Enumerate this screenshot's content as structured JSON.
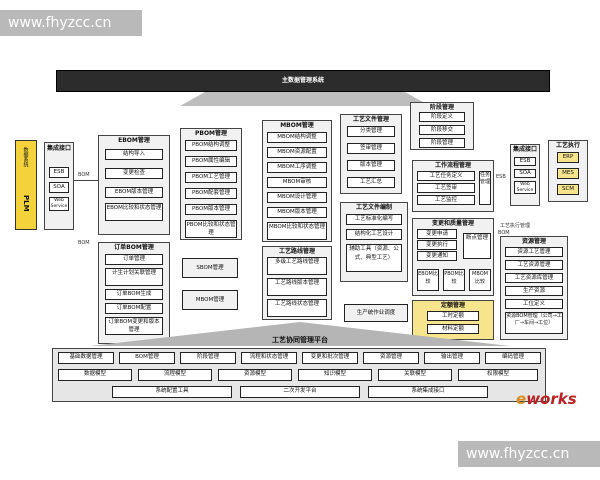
{
  "watermark": "www.fhyzcc.cn",
  "top_bar": "主数据管理系统",
  "left_strip": {
    "top": "数据系统",
    "bottom": "PLM"
  },
  "integration_left": {
    "title": "集成接口",
    "items": [
      "ESB",
      "SOA",
      "Web\nService"
    ]
  },
  "edge_labels": {
    "bom_top": "BOM",
    "bom_bottom": "BOM",
    "esb": "ESB",
    "bom_right": "BOM",
    "tool_right": "工艺执行管理"
  },
  "ebom": {
    "title": "EBOM管理",
    "items": [
      "结构导入",
      "变更检查",
      "EBOM版本管理",
      "EBOM比较和状态管理"
    ]
  },
  "order": {
    "title": "订单BOM管理",
    "items": [
      "订单管理",
      "计生计划关联管理",
      "订单BOM生成",
      "订单BOM配置",
      "订单BOM变更和版本管理"
    ]
  },
  "pbom": {
    "title": "PBOM管理",
    "items": [
      "PBOM结构调整",
      "PBOM属性编辑",
      "PBOM工艺管理",
      "PBOM配套管理",
      "PBOM版本管理",
      "PBOM比较和状态管理"
    ]
  },
  "sbom": "SBOM管理",
  "mbom_small": "MBOM管理",
  "mbom": {
    "title": "MBOM管理",
    "items": [
      "MBOM结构调整",
      "MBOM资源配置",
      "MBOM工序调整",
      "MBOM审核",
      "MBOM设计管理",
      "MBOM版本管理",
      "MBOM比较和状态管理"
    ]
  },
  "route": {
    "title": "工艺路线管理",
    "items": [
      "多级工艺路线管理",
      "工艺路线版本管理",
      "工艺路线状态管理"
    ]
  },
  "doc_mgmt": {
    "title": "工艺文件管理",
    "items": [
      "分类管理",
      "签审管理",
      "版本管理",
      "工艺汇总"
    ]
  },
  "doc_edit": {
    "title": "工艺文件编制",
    "items": [
      "工艺标准化编写",
      "结构化工艺设计",
      "辅助工具（资源、公式、典型工艺）"
    ]
  },
  "production": "生产统作业调度",
  "stage": {
    "title": "阶段管理",
    "items": [
      "阶段定义",
      "阶段移交",
      "阶段管理"
    ]
  },
  "workflow": {
    "title": "工作流程管理",
    "items": [
      "工艺任务定义",
      "工艺签审",
      "工艺监控"
    ],
    "side": "任务管理"
  },
  "change": {
    "title": "变更和质量管理",
    "items": [
      "变更申请",
      "变更执行",
      "变更通知"
    ],
    "side": "断点管理",
    "compare": [
      "EBOM比较",
      "PBOM比较",
      "MBOM比较"
    ]
  },
  "quota": {
    "title": "定额管理",
    "items": [
      "工时定额",
      "材料定额"
    ]
  },
  "integration_right": {
    "title": "集成接口",
    "items": [
      "ESB",
      "SOA",
      "Web\nService"
    ]
  },
  "exec": {
    "title": "工艺执行",
    "items": [
      "ERP",
      "MES",
      "SCM"
    ]
  },
  "resource": {
    "title": "资源管理",
    "items": [
      "资源工艺管理",
      "工艺资源管理",
      "工艺资源库管理",
      "生产资源",
      "工位定义",
      "资源BOM管理（公司→工厂→车间→工位）"
    ]
  },
  "platform": {
    "title": "工艺协同管理平台",
    "row1": [
      "基础数据管理",
      "BOM管理",
      "阶段管理",
      "流程和状态管理",
      "变更和批次管理",
      "资源管理",
      "输出管理",
      "编码管理"
    ],
    "row2": [
      "数据模型",
      "流程模型",
      "资源模型",
      "知识模型",
      "关联模型",
      "权限模型"
    ],
    "row3": [
      "系统配置工具",
      "二次开发平台",
      "系统集成接口"
    ]
  },
  "logo": {
    "a": "e",
    "b": "works"
  }
}
